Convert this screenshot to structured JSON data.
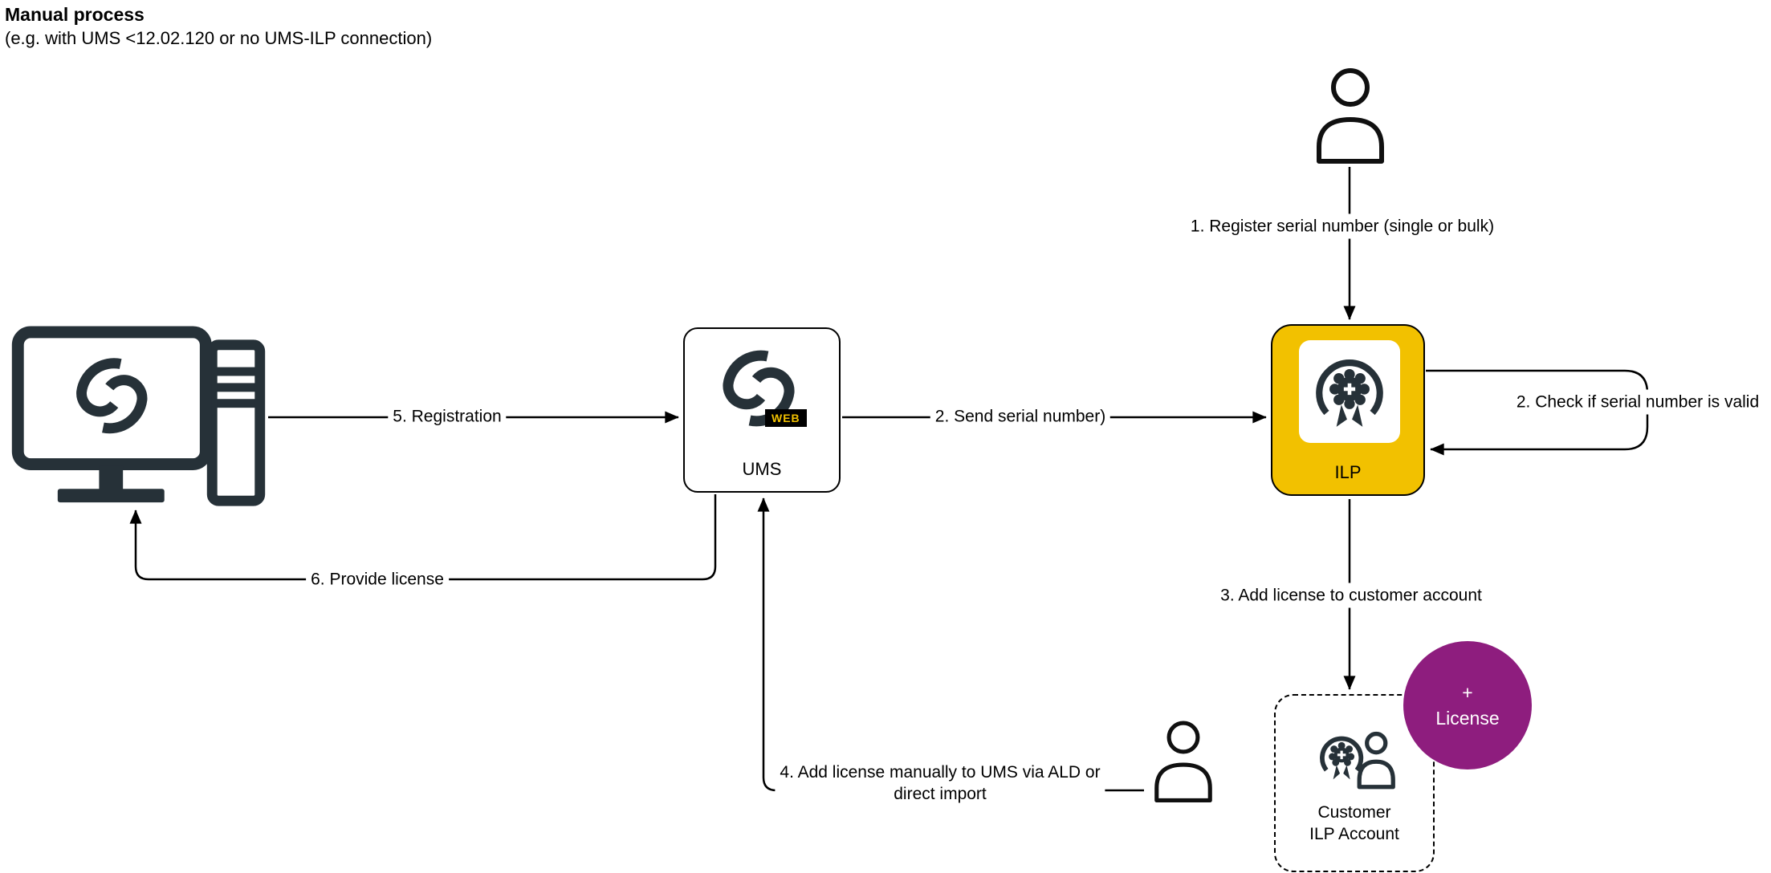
{
  "header": {
    "title": "Manual process",
    "subtitle": "(e.g. with UMS <12.02.120 or no UMS-ILP connection)"
  },
  "nodes": {
    "ums": {
      "label": "UMS",
      "badge": "WEB"
    },
    "ilp": {
      "label": "ILP"
    },
    "customer_account": {
      "line1": "Customer",
      "line2": "ILP Account"
    },
    "license": {
      "line1": "+",
      "line2": "License"
    }
  },
  "edges": {
    "register": {
      "label": "1. Register serial number (single or bulk)"
    },
    "send": {
      "label": "2. Send serial number)"
    },
    "check": {
      "label": "2. Check if serial number is valid"
    },
    "add_license": {
      "label": "3. Add license to customer account"
    },
    "manual_add": {
      "line1": "4. Add license manually to UMS via ALD or",
      "line2": "direct import"
    },
    "registration": {
      "label": "5. Registration"
    },
    "provide": {
      "label": "6. Provide license"
    }
  },
  "colors": {
    "dark": "#263138",
    "yellow": "#f2c100",
    "purple": "#8e1d7e",
    "line": "#000000"
  }
}
